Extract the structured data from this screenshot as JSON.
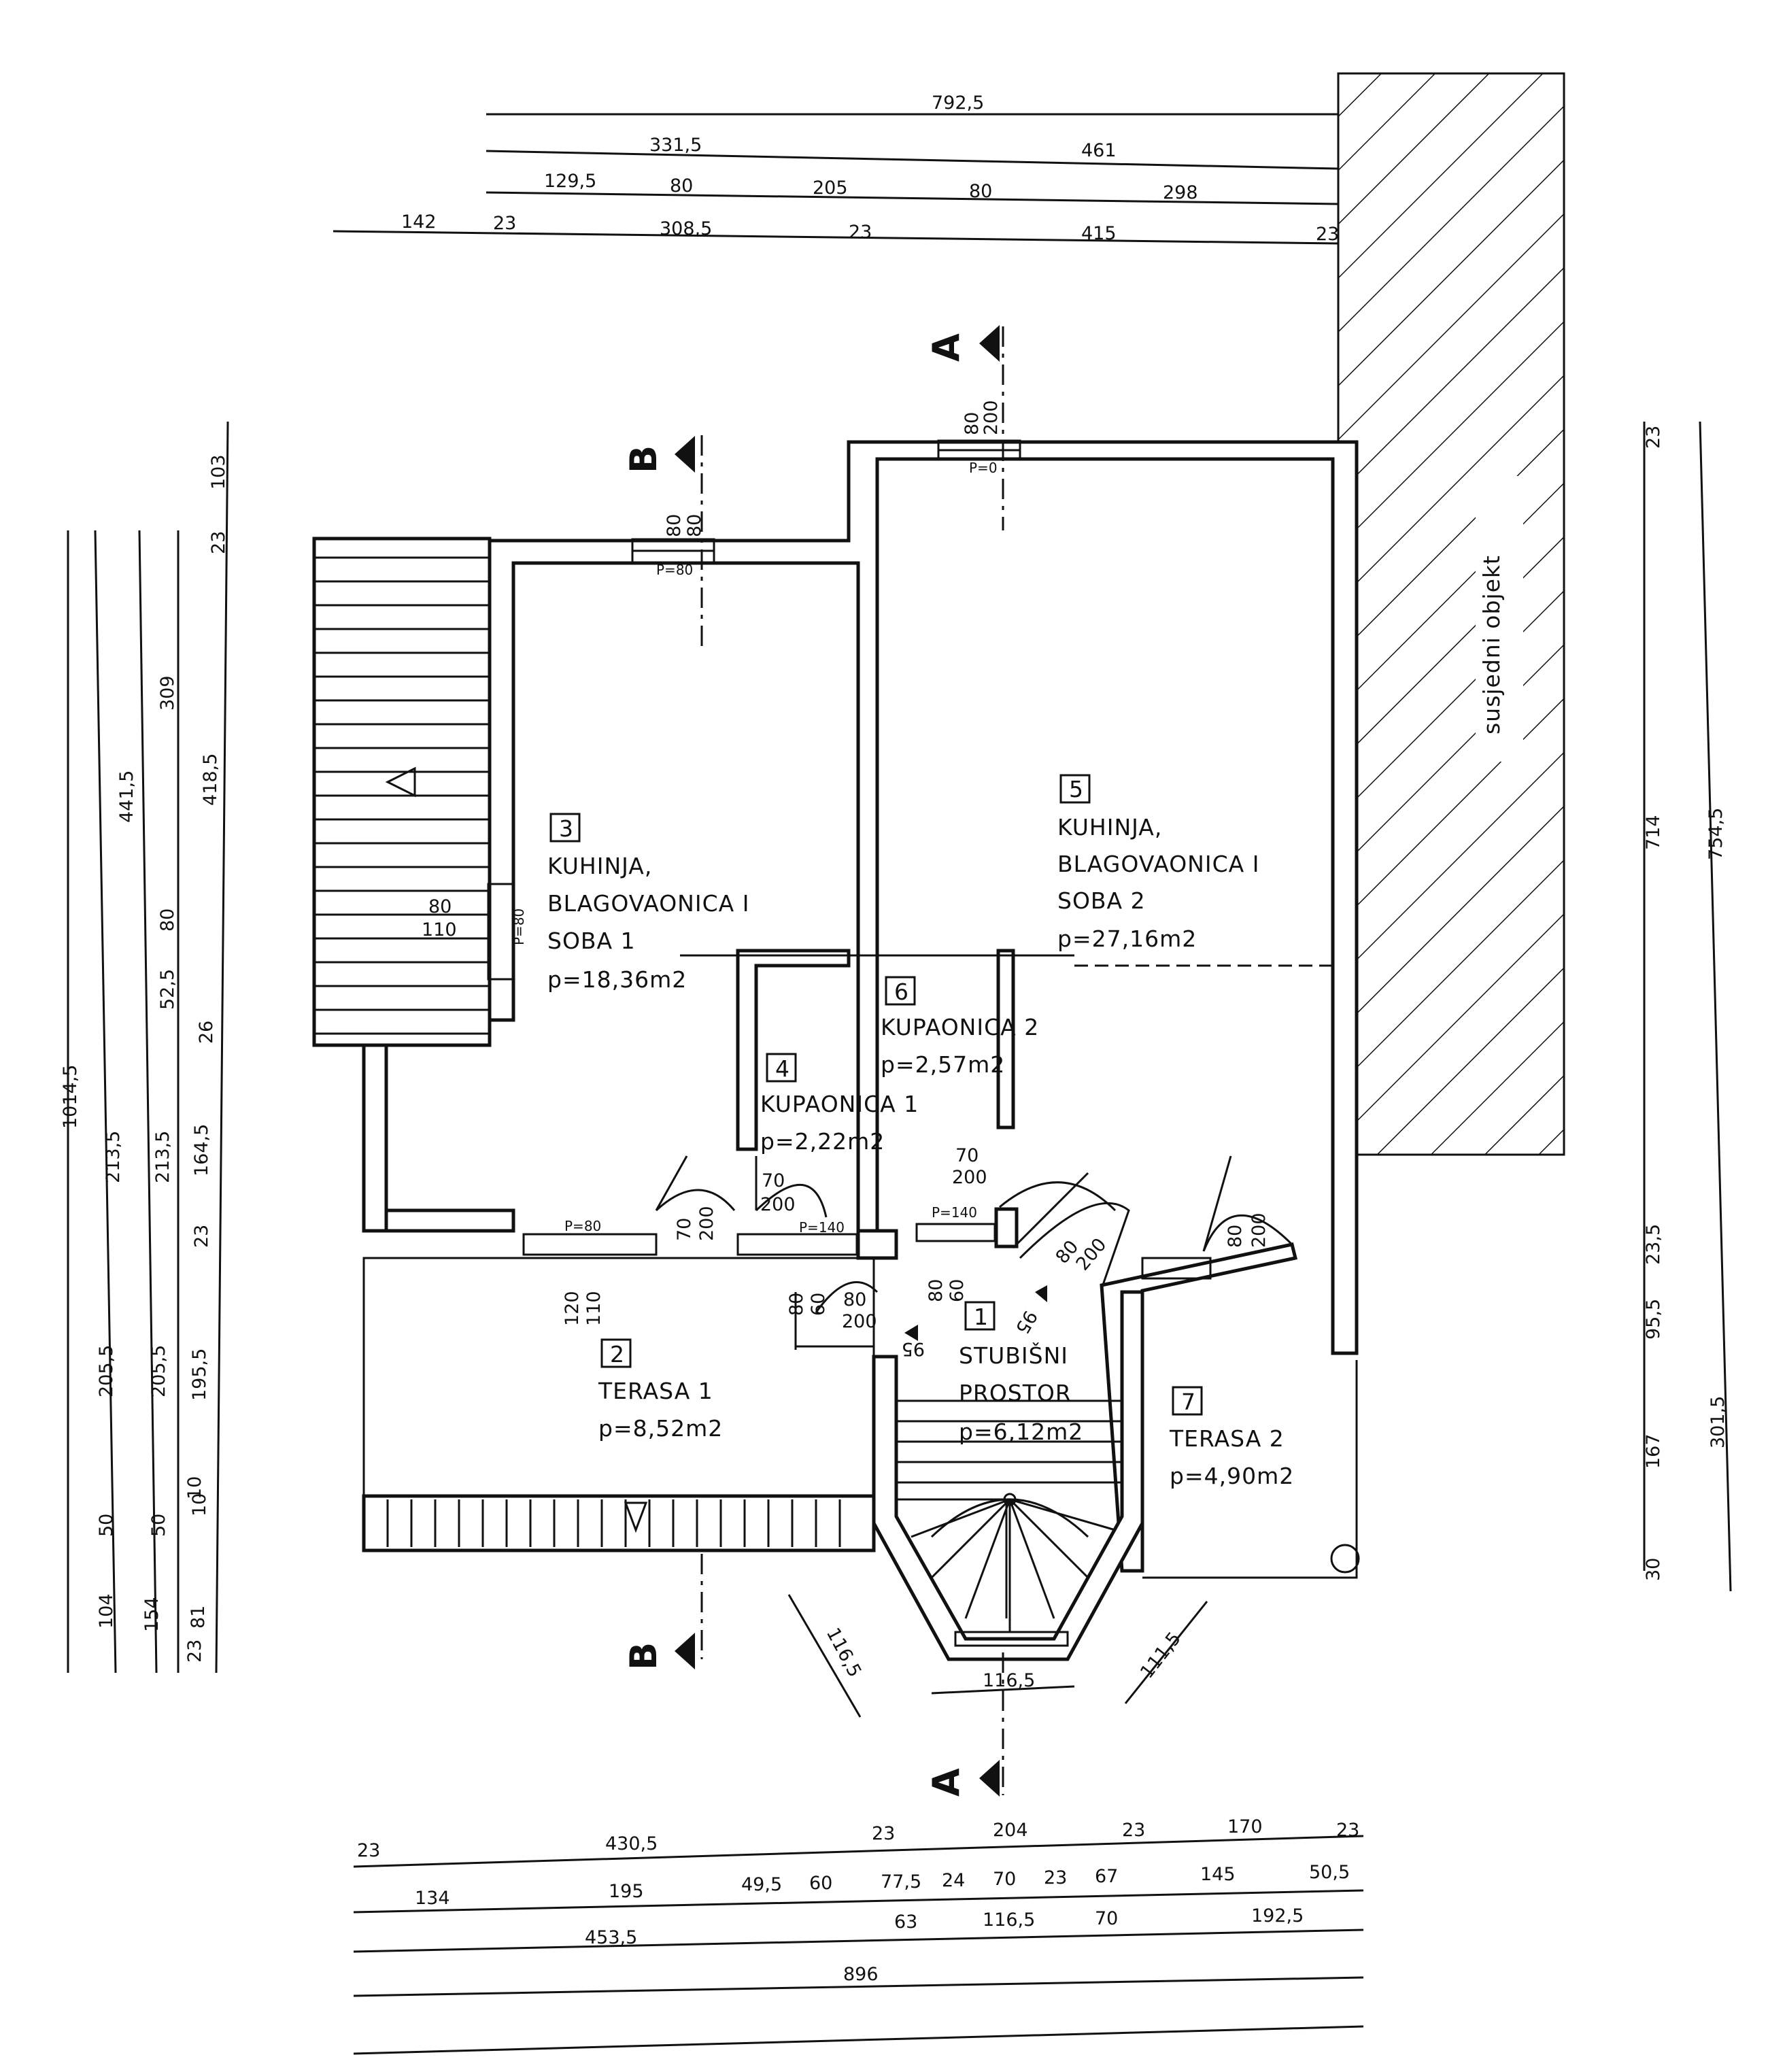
{
  "dims_top": {
    "r1": [
      "792,5"
    ],
    "r2": [
      "331,5",
      "461"
    ],
    "r3": [
      "129,5",
      "80",
      "205",
      "80",
      "298"
    ],
    "r4": [
      "142",
      "23",
      "308,5",
      "23",
      "415",
      "23"
    ]
  },
  "dims_bottom": {
    "r1": [
      "23",
      "430,5",
      "23",
      "204",
      "23",
      "170",
      "23"
    ],
    "r2": [
      "134",
      "195",
      "49,5",
      "60",
      "77,5",
      "24",
      "70",
      "23",
      "67",
      "145",
      "50,5"
    ],
    "r3": [
      "453,5",
      "63",
      "116,5",
      "70",
      "192,5"
    ],
    "r4": [
      "896"
    ]
  },
  "dims_left": {
    "c1": [
      "1014,5"
    ],
    "c2": [
      "441,5",
      "213,5",
      "205,5",
      "50",
      "104"
    ],
    "c3": [
      "309",
      "52,5",
      "213,5",
      "205,5",
      "50",
      "154"
    ],
    "c4": [
      "80",
      "10",
      "81"
    ],
    "c5": [
      "103",
      "23",
      "418,5",
      "26",
      "164,5",
      "23",
      "195,5",
      "10",
      "23"
    ]
  },
  "dims_right": {
    "c1": [
      "23",
      "714",
      "23,5",
      "95,5",
      "167",
      "30"
    ],
    "c2": [
      "754,5",
      "301,5"
    ]
  },
  "openings": {
    "w_top": [
      "80",
      "80"
    ],
    "w_top_tag": "P=80",
    "w_kitchen2": [
      "80",
      "200"
    ],
    "w_kitchen2_tag": "P=0",
    "w_side": [
      "80",
      "110"
    ],
    "w_side_tag": "P=80",
    "w_terrace_tag": "P=80",
    "d_terrace": [
      "70",
      "200"
    ],
    "d_bath1": [
      "70",
      "200"
    ],
    "d_bath1_tag": "P=140",
    "d_bath2": [
      "70",
      "200"
    ],
    "d_bath2_tag": "P=140",
    "d_terrace2": [
      "80",
      "200"
    ],
    "d_hall": [
      "80",
      "200"
    ],
    "terr_win": [
      "120",
      "110"
    ],
    "hall_door": [
      "80",
      "200"
    ],
    "hall_door_sm": [
      "80",
      "60"
    ],
    "hall_door_sm2": [
      "80",
      "60"
    ],
    "stair_angles": [
      "116,5",
      "111,5",
      "116,5"
    ],
    "stair_marks": [
      "95",
      "95"
    ]
  },
  "rooms": [
    {
      "num": "3",
      "lines": [
        "KUHINJA,",
        "BLAGOVAONICA I",
        "SOBA 1",
        "p=18,36m2"
      ]
    },
    {
      "num": "5",
      "lines": [
        "KUHINJA,",
        "BLAGOVAONICA I",
        "SOBA 2",
        "p=27,16m2"
      ]
    },
    {
      "num": "6",
      "lines": [
        "KUPAONICA 2",
        "p=2,57m2"
      ]
    },
    {
      "num": "4",
      "lines": [
        "KUPAONICA 1",
        "p=2,22m2"
      ]
    },
    {
      "num": "1",
      "lines": [
        "STUBIŠNI",
        "PROSTOR",
        "p=6,12m2"
      ]
    },
    {
      "num": "2",
      "lines": [
        "TERASA 1",
        "p=8,52m2"
      ]
    },
    {
      "num": "7",
      "lines": [
        "TERASA 2",
        "p=4,90m2"
      ]
    }
  ],
  "neighbor_label": "susjedni objekt",
  "sections": {
    "a": "A",
    "b": "B"
  }
}
